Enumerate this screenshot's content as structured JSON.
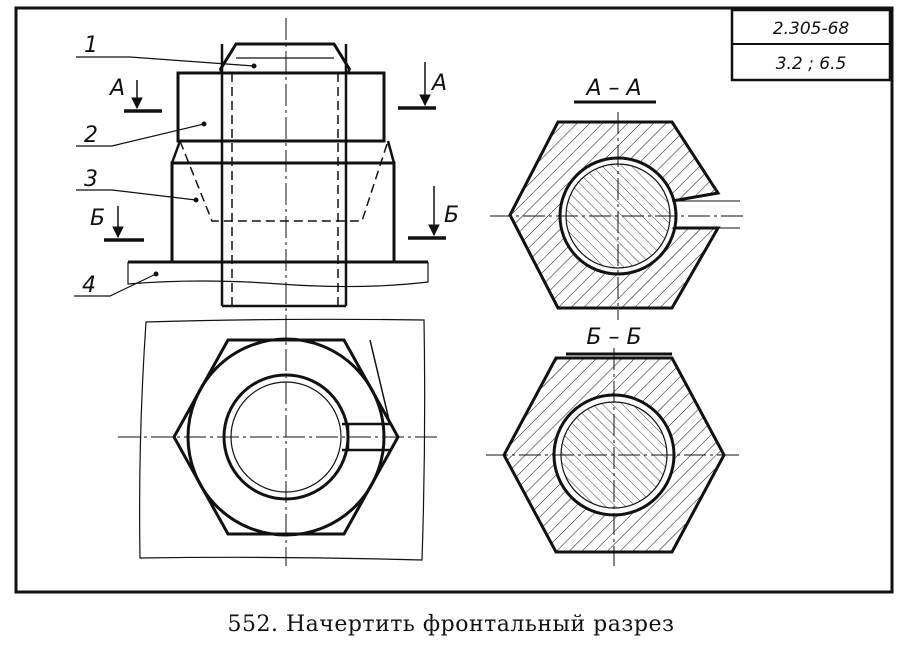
{
  "stamp": {
    "standard": "2.305-68",
    "sections": "3.2 ; 6.5"
  },
  "callouts": {
    "part1": "1",
    "part2": "2",
    "part3": "3",
    "part4": "4"
  },
  "section_marks": {
    "a": "А",
    "b": "Б"
  },
  "section_titles": {
    "aa": "А – А",
    "bb": "Б – Б"
  },
  "caption": "552. Начертить фронтальный разрез"
}
